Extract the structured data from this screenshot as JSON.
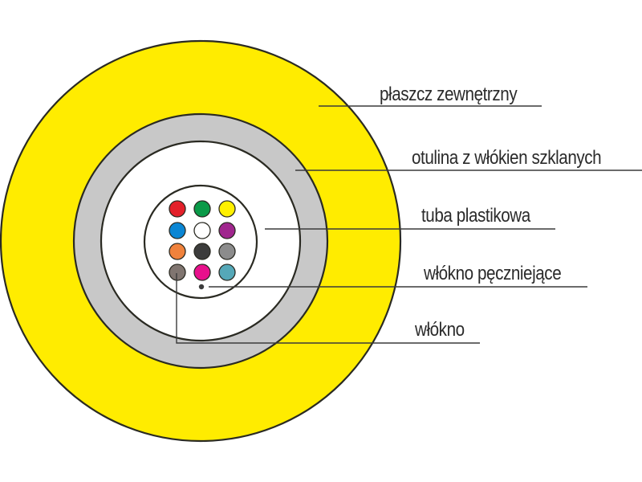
{
  "diagram": {
    "type": "fiber-optic-cable-cross-section",
    "colors": {
      "outer_jacket": "#ffec00",
      "glass_yarn_layer": "#c8c8c8",
      "inner_space": "#ffffff",
      "outline": "#2a2a22",
      "leader_line": "#3a3a3a",
      "label_text": "#2b2b2b"
    },
    "labels": [
      {
        "id": "outer-jacket",
        "text": "płaszcz zewnętrzny"
      },
      {
        "id": "glass-yarn",
        "text": "otulina z włókien szklanych"
      },
      {
        "id": "plastic-tube",
        "text": "tuba plastikowa"
      },
      {
        "id": "swelling-yarn",
        "text": "włókno pęczniejące"
      },
      {
        "id": "fiber",
        "text": "włókno"
      }
    ],
    "fibers": [
      {
        "row": 1,
        "col": 1,
        "color_name": "red",
        "hex": "#e3202a"
      },
      {
        "row": 1,
        "col": 2,
        "color_name": "green",
        "hex": "#0a9a48"
      },
      {
        "row": 1,
        "col": 3,
        "color_name": "yellow",
        "hex": "#fff000"
      },
      {
        "row": 2,
        "col": 1,
        "color_name": "blue",
        "hex": "#0a86d4"
      },
      {
        "row": 2,
        "col": 2,
        "color_name": "white",
        "hex": "#ffffff"
      },
      {
        "row": 2,
        "col": 3,
        "color_name": "violet",
        "hex": "#a0268e"
      },
      {
        "row": 3,
        "col": 1,
        "color_name": "orange",
        "hex": "#f0823c"
      },
      {
        "row": 3,
        "col": 2,
        "color_name": "black",
        "hex": "#3c3c3c"
      },
      {
        "row": 3,
        "col": 3,
        "color_name": "grey",
        "hex": "#8c8c8c"
      },
      {
        "row": 4,
        "col": 1,
        "color_name": "brown",
        "hex": "#807570"
      },
      {
        "row": 4,
        "col": 2,
        "color_name": "pink",
        "hex": "#e8108c"
      },
      {
        "row": 4,
        "col": 3,
        "color_name": "turquoise",
        "hex": "#55a8b8"
      }
    ]
  }
}
